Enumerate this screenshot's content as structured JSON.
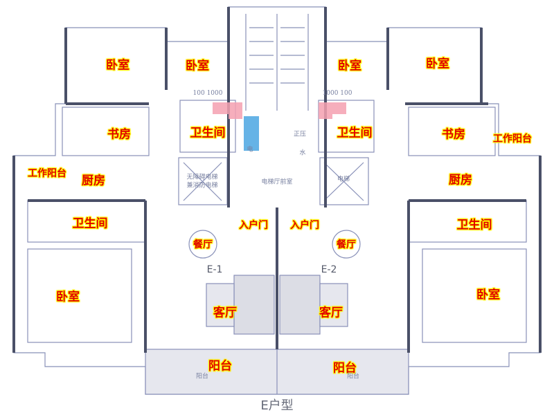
{
  "title": "E户型",
  "units": [
    "E-1",
    "E-2"
  ],
  "labels": {
    "bedroom": "卧室",
    "study": "书房",
    "bathroom": "卫生间",
    "work_balcony": "工作阳台",
    "kitchen": "厨房",
    "entrance": "入户门",
    "dining": "餐厅",
    "living": "客厅",
    "balcony": "阳台"
  },
  "small": {
    "dim_left": "100 1000",
    "dim_right": "1000 100",
    "elevator_left_1": "无障碍电梯",
    "elevator_left_2": "兼消防电梯",
    "lobby": "电梯厅前室",
    "elevator_right": "电梯",
    "electric": "电",
    "water": "水",
    "pressure": "正压",
    "balcony_small": "阳台"
  },
  "colors": {
    "wall": "#4a5068",
    "line": "#8890b8",
    "label": "#e00000",
    "label_outline": "#ffff00",
    "pink": "#f4a0b0",
    "blue": "#40a0e0"
  }
}
